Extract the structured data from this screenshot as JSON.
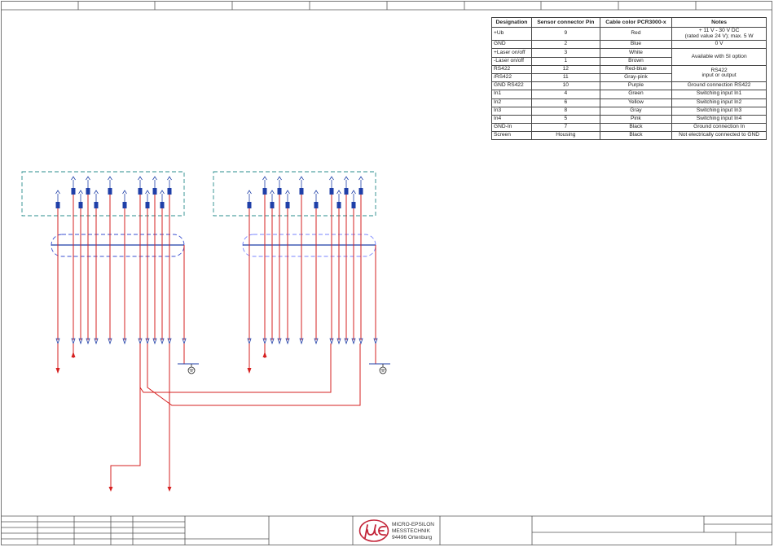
{
  "pin_table": {
    "headers": [
      "Designation",
      "Sensor connector Pin",
      "Cable color PCR3000-x",
      "Notes"
    ],
    "rows": [
      {
        "designation": "+Ub",
        "pin": "9",
        "color": "Red",
        "note": "+ 11 V - 30 V DC",
        "note2": "(rated value 24 V); max. 5 W",
        "note_rows": 1
      },
      {
        "designation": "GND",
        "pin": "2",
        "color": "Blue",
        "note": "0 V",
        "note_rows": 1
      },
      {
        "designation": "+Laser on/off",
        "pin": "3",
        "color": "White",
        "note": "Available with SI option",
        "note_rows": 2,
        "group_start": true
      },
      {
        "designation": "-Laser on/off",
        "pin": "1",
        "color": "Brown"
      },
      {
        "designation": "RS422",
        "pin": "12",
        "color": "Red-blue",
        "note": "RS422",
        "note2": "input or output",
        "note_rows": 2,
        "group_start": true
      },
      {
        "designation": "/RS422",
        "pin": "11",
        "color": "Gray-pink"
      },
      {
        "designation": "GND RS422",
        "pin": "10",
        "color": "Purple",
        "note": "Ground connection RS422",
        "note_rows": 1
      },
      {
        "designation": "In1",
        "pin": "4",
        "color": "Green",
        "note": "Switching input In1",
        "note_rows": 1
      },
      {
        "designation": "In2",
        "pin": "6",
        "color": "Yellow",
        "note": "Switching input In2",
        "note_rows": 1
      },
      {
        "designation": "In3",
        "pin": "8",
        "color": "Gray",
        "note": "Switching input In3",
        "note_rows": 1
      },
      {
        "designation": "In4",
        "pin": "5",
        "color": "Pink",
        "note": "Switching input In4",
        "note_rows": 1
      },
      {
        "designation": "GND-In",
        "pin": "7",
        "color": "Black",
        "note": "Ground connection In",
        "note_rows": 1
      },
      {
        "designation": "Screen",
        "pin": "Housing",
        "color": "Black",
        "note": "Not electrically connected to GND",
        "note_rows": 1,
        "group_start": true
      }
    ]
  },
  "title_block": {
    "company_line1": "MICRO-EPSILON",
    "company_line2": "MESSTECHNIK",
    "company_line3": "94496 Ortenburg"
  },
  "colors": {
    "wire": "#d62020",
    "connector": "#1f3fa8",
    "cable_outline": "#3a4fd0",
    "dashed_box": "#2a8c8c",
    "frame": "#555555",
    "logo": "#c4263a"
  },
  "icons": [
    "ground-icon",
    "logo-mark-icon",
    "arrow-up-icon"
  ]
}
